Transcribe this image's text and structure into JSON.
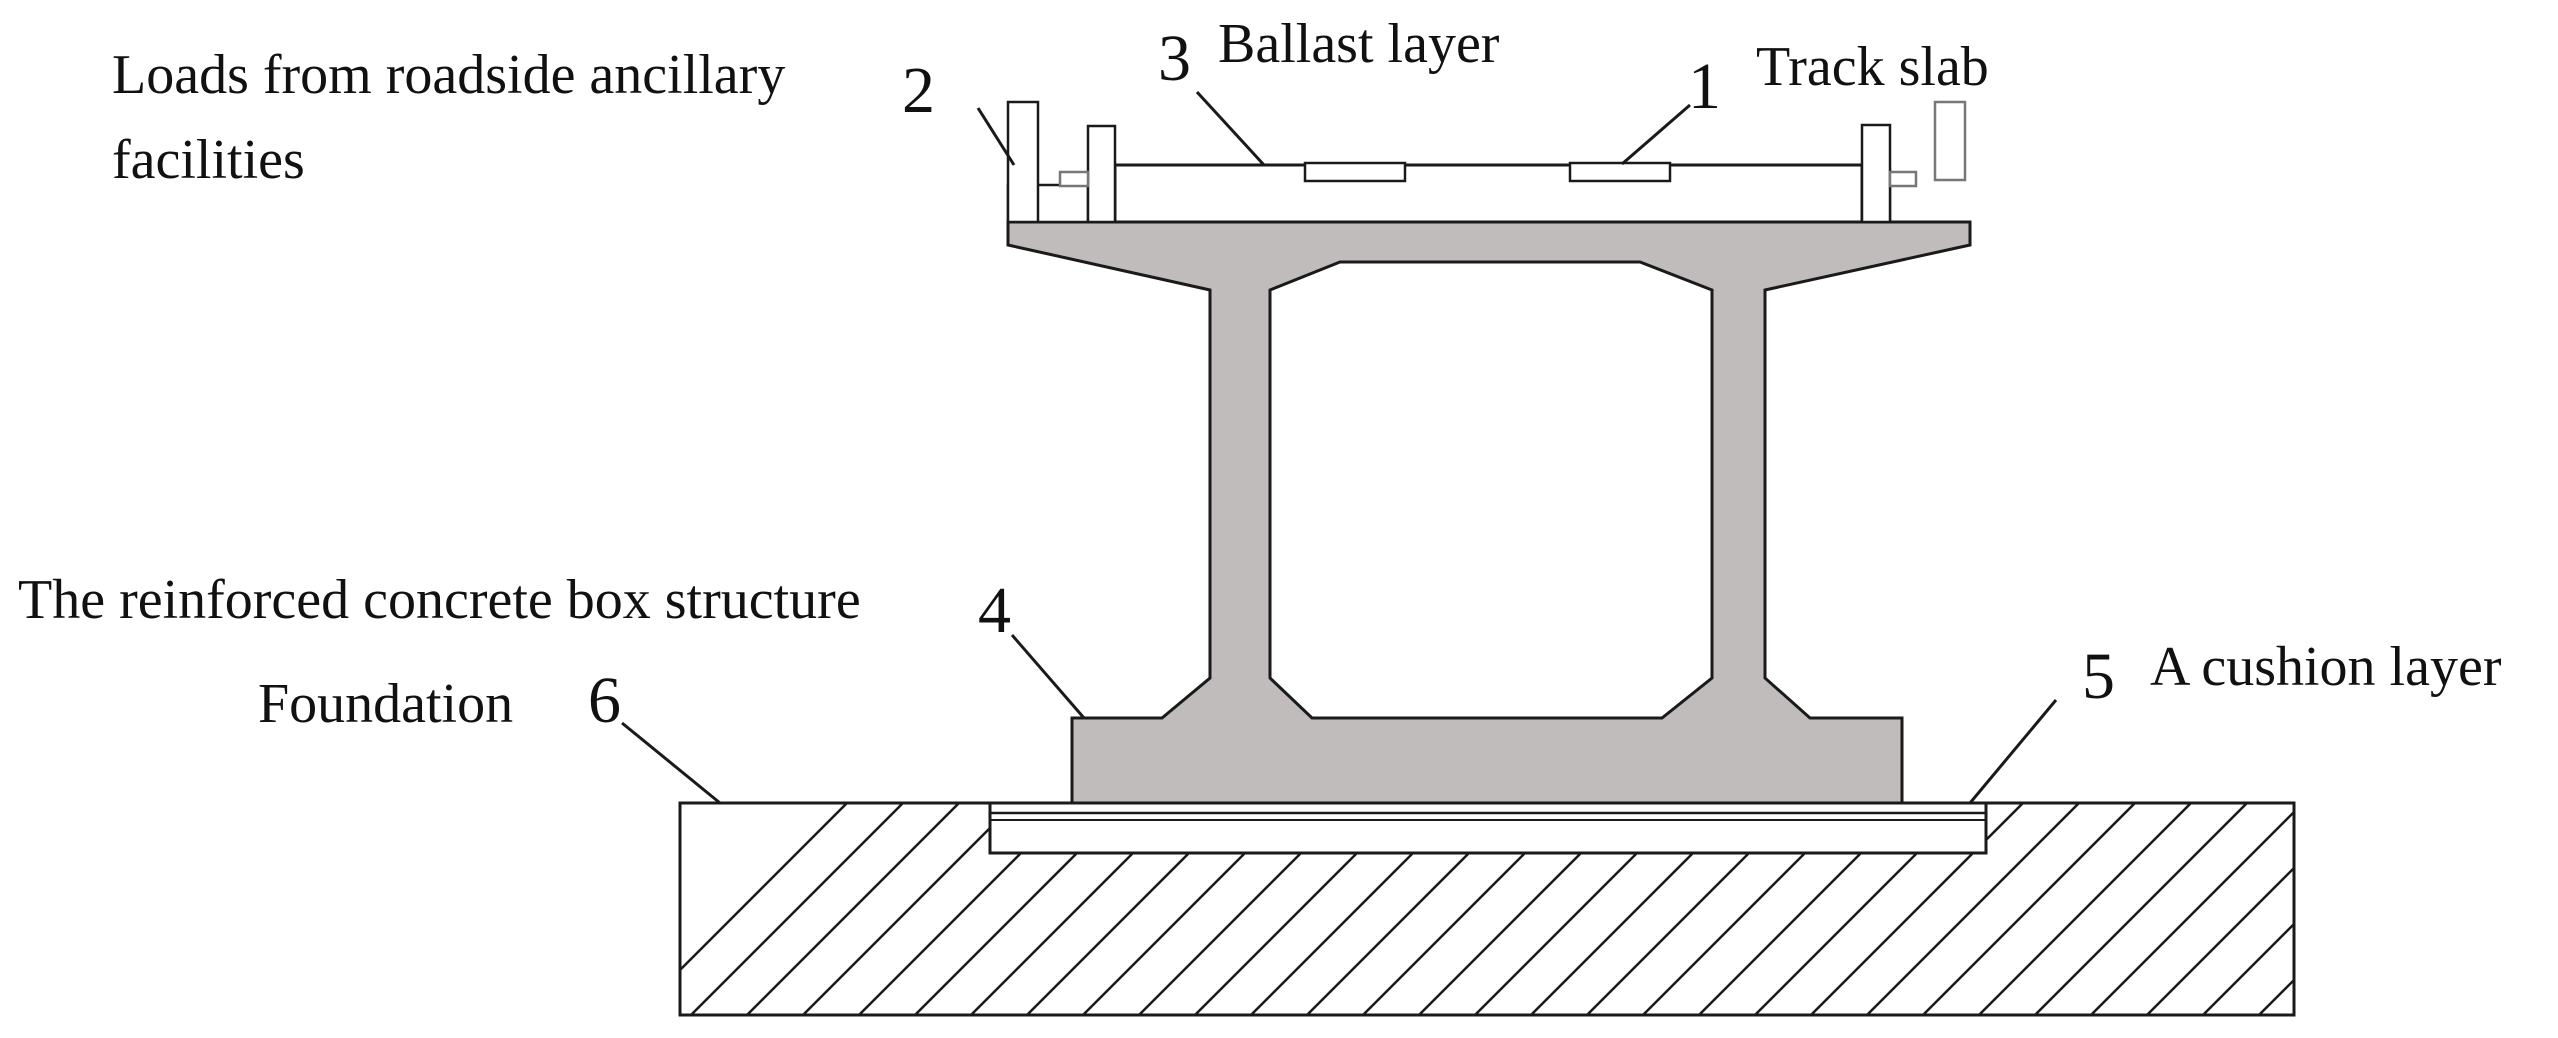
{
  "labels": {
    "roadside_loads_line1": "Loads from roadside ancillary",
    "roadside_loads_line2": "facilities",
    "ballast_layer": "Ballast layer",
    "track_slab": "Track slab",
    "box_structure": "The reinforced concrete box structure",
    "foundation": "Foundation",
    "cushion_layer": "A cushion layer"
  },
  "numbers": {
    "track_slab": "1",
    "roadside_loads": "2",
    "ballast_layer": "3",
    "box_structure": "4",
    "cushion_layer": "5",
    "foundation": "6"
  },
  "colors": {
    "concrete_fill": "#c0bcbc",
    "line": "#1a1a1a",
    "background": "#ffffff",
    "parapet_line": "#777777"
  }
}
